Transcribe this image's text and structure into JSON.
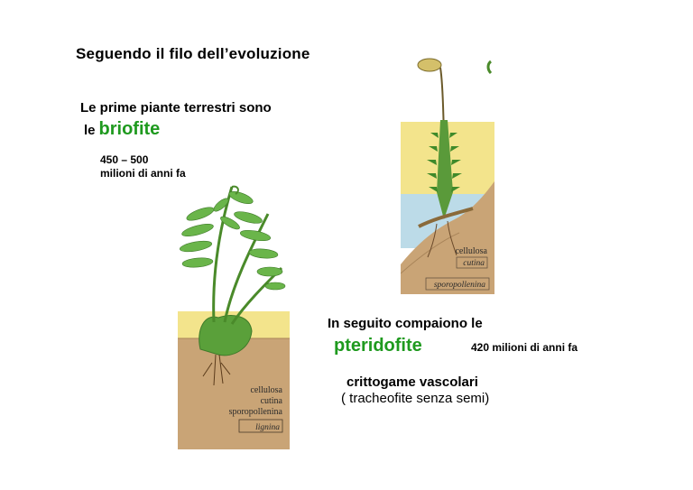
{
  "title": "Seguendo il filo dell’evoluzione",
  "intro": {
    "line1": "Le prime piante terrestri sono",
    "line2_prefix": "le",
    "highlight": "briofite",
    "date_line1": "450 – 500",
    "date_line2": "milioni di anni fa"
  },
  "section2": {
    "line1": "In seguito compaiono le",
    "highlight": "pteridofite",
    "date": "420 milioni di anni fa",
    "subtitle": "crittogame vascolari",
    "note": "( tracheofite senza semi)"
  },
  "moss_panel": {
    "labels": [
      "cellulosa",
      "cutina",
      "sporopollenina"
    ]
  },
  "fern_panel": {
    "labels": [
      "cellulosa",
      "cutina",
      "sporopollenina",
      "lignina"
    ]
  },
  "colors": {
    "accent_green": "#1f9a1f",
    "soil": "#c9a476",
    "band_yellow": "#f3e48c",
    "water_blue": "#bcdbe8"
  }
}
